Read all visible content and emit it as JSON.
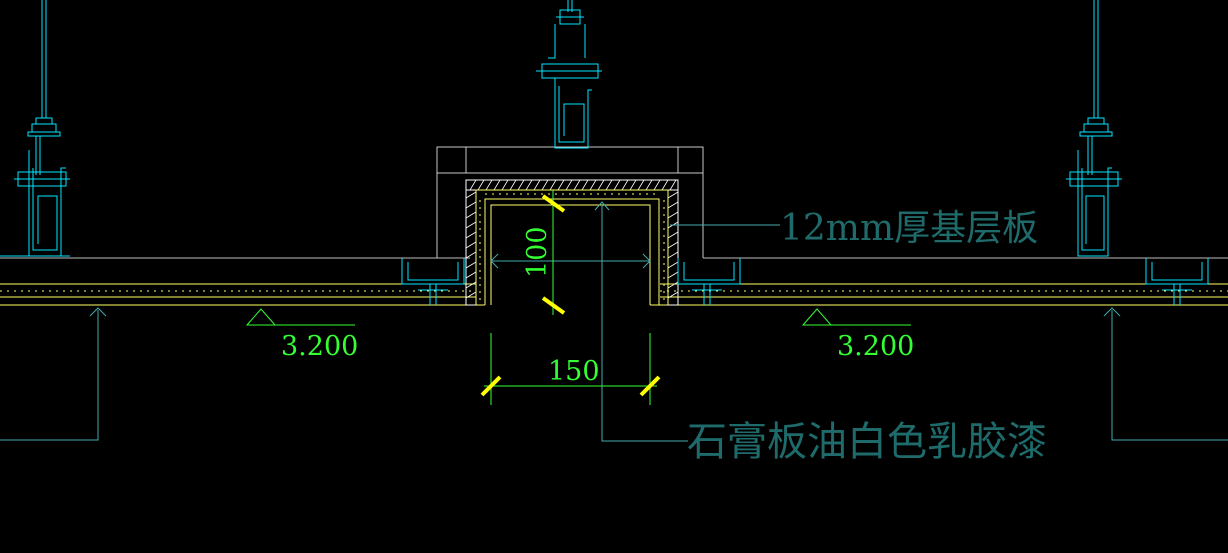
{
  "colors": {
    "background": "#000000",
    "structure": "#00e5ff",
    "board": "#ffff66",
    "dimension": "#33ff33",
    "leader": "#44aaaa",
    "leader_text": "#1f6b6b",
    "outline": "#c8c8c8",
    "tick": "#ffff00"
  },
  "labels": {
    "base_board": "12mm厚基层板",
    "finish": "石膏板油白色乳胶漆"
  },
  "dimensions": {
    "height": "100",
    "width": "150"
  },
  "elevations": {
    "left": "3.200",
    "right": "3.200"
  }
}
